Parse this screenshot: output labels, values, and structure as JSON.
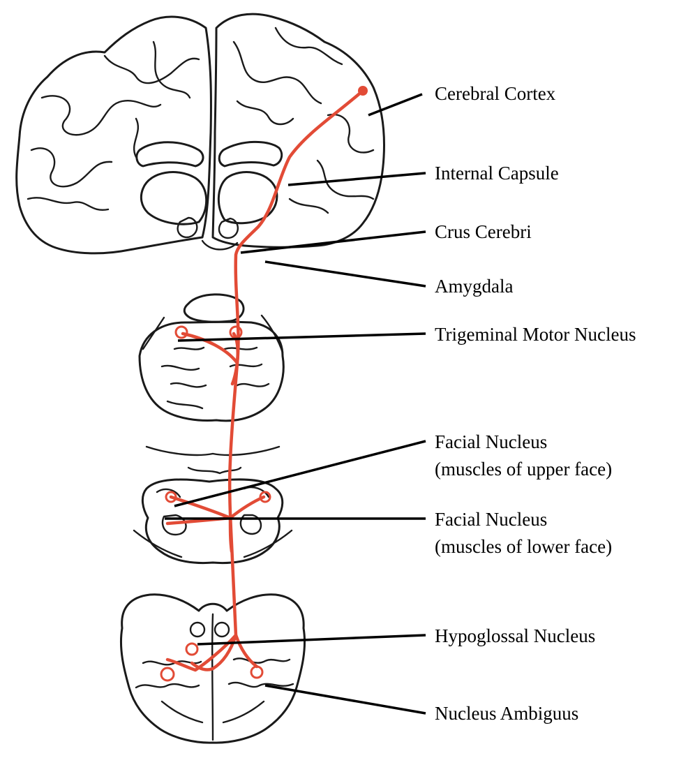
{
  "labels": {
    "cerebral_cortex": "Cerebral Cortex",
    "internal_capsule": "Internal Capsule",
    "crus_cerebri": "Crus Cerebri",
    "amygdala": "Amygdala",
    "trigeminal_motor_nucleus": "Trigeminal Motor Nucleus",
    "facial_nucleus_upper": {
      "line1": "Facial Nucleus",
      "line2": "(muscles of upper face)"
    },
    "facial_nucleus_lower": {
      "line1": "Facial Nucleus",
      "line2": "(muscles of lower face)"
    },
    "hypoglossal_nucleus": "Hypoglossal Nucleus",
    "nucleus_ambiguus": "Nucleus Ambiguus"
  },
  "colors": {
    "tract": "#e24b36",
    "outline": "#1a1a1a",
    "leader": "#000000"
  }
}
